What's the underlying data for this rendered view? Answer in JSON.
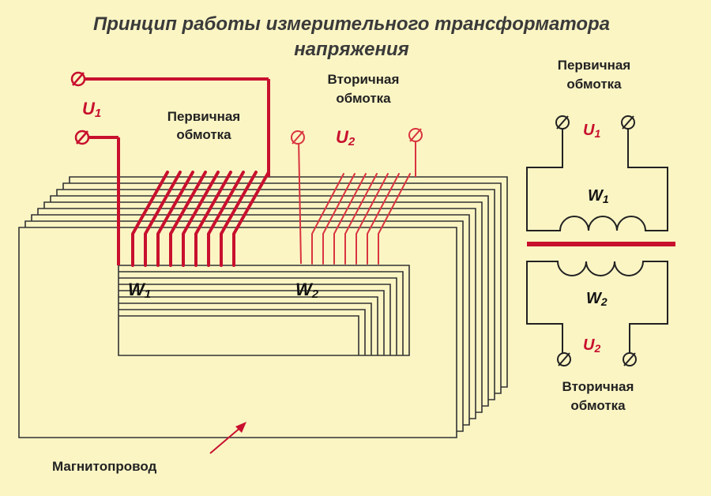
{
  "title": {
    "line1": "Принцип работы измерительного трансформатора",
    "line2": "напряжения"
  },
  "labels": {
    "primary_winding_line1": "Первичная",
    "primary_winding_line2": "обмотка",
    "secondary_winding_line1": "Вторичная",
    "secondary_winding_line2": "обмотка",
    "core": "Магнитопровод"
  },
  "symbols": {
    "u1_letter": "U",
    "u1_sub": "1",
    "u2_letter": "U",
    "u2_sub": "2",
    "w1_letter": "W",
    "w1_sub": "1",
    "w2_letter": "W",
    "w2_sub": "2"
  },
  "colors": {
    "background": "#fbf5c4",
    "primary_wire": "#c8102e",
    "secondary_wire": "#d9343f",
    "core_outline": "#333333",
    "text": "#222222"
  },
  "schematic": {
    "primary_line1": "Первичная",
    "primary_line2": "обмотка",
    "secondary_line1": "Вторичная",
    "secondary_line2": "обмотка"
  }
}
